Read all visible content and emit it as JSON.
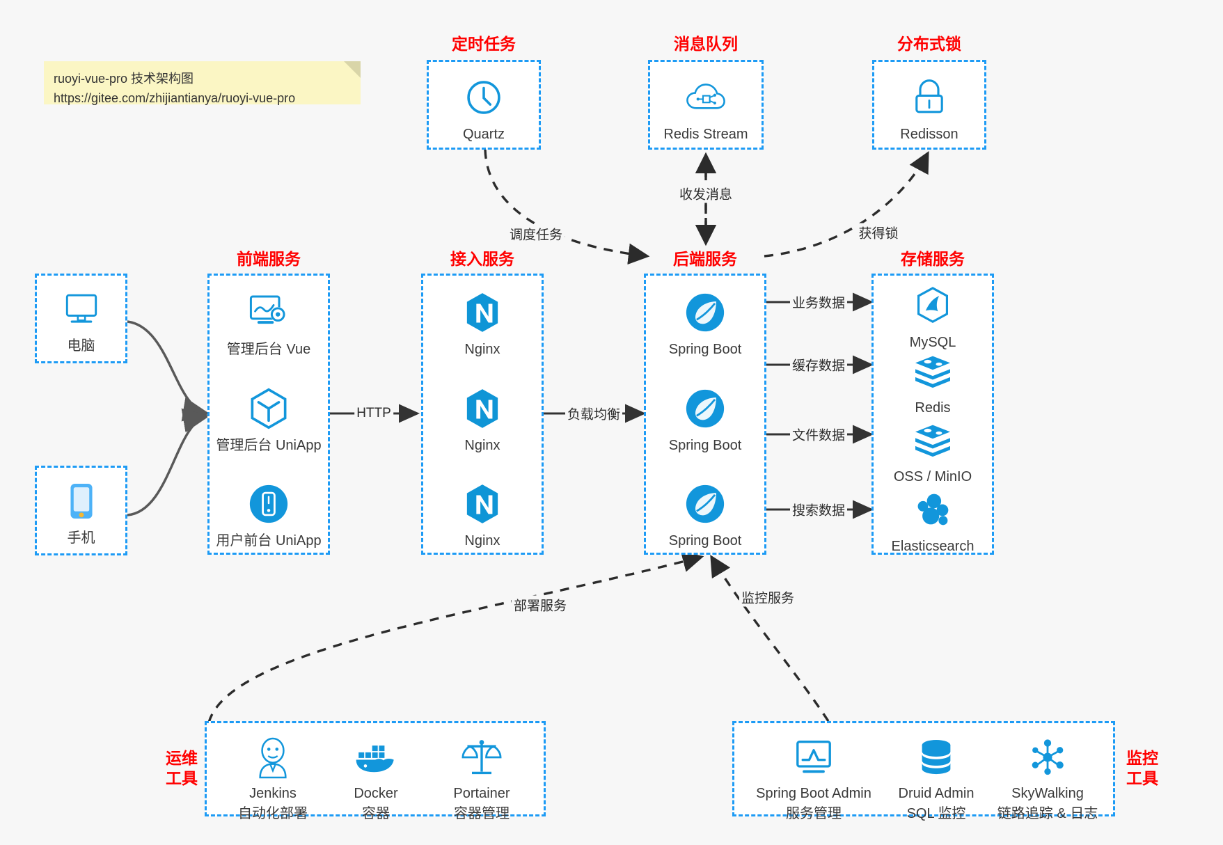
{
  "note": {
    "line1": "ruoyi-vue-pro 技术架构图",
    "line2": "https://gitee.com/zhijiantianya/ruoyi-vue-pro"
  },
  "colors": {
    "accent_blue": "#1d9bf5",
    "icon_blue": "#1296db",
    "title_red": "#ff0000",
    "background": "#f7f7f7",
    "note_bg": "#fbf6c4",
    "arrow_dark": "#333333"
  },
  "groups": {
    "scheduled_task": {
      "title": "定时任务",
      "items": [
        {
          "label": "Quartz",
          "icon": "clock-icon"
        }
      ]
    },
    "message_queue": {
      "title": "消息队列",
      "items": [
        {
          "label": "Redis Stream",
          "icon": "cloud-stream-icon"
        }
      ]
    },
    "distributed_lock": {
      "title": "分布式锁",
      "items": [
        {
          "label": "Redisson",
          "icon": "lock-icon"
        }
      ]
    },
    "clients": {
      "items": [
        {
          "label": "电脑",
          "icon": "desktop-icon"
        },
        {
          "label": "手机",
          "icon": "mobile-icon"
        }
      ]
    },
    "frontend": {
      "title": "前端服务",
      "items": [
        {
          "label": "管理后台 Vue",
          "icon": "dashboard-gear-icon"
        },
        {
          "label": "管理后台 UniApp",
          "icon": "hexagon-cube-icon"
        },
        {
          "label": "用户前台 UniApp",
          "icon": "mobile-circle-icon"
        }
      ]
    },
    "gateway": {
      "title": "接入服务",
      "items": [
        {
          "label": "Nginx",
          "icon": "nginx-icon"
        },
        {
          "label": "Nginx",
          "icon": "nginx-icon"
        },
        {
          "label": "Nginx",
          "icon": "nginx-icon"
        }
      ]
    },
    "backend": {
      "title": "后端服务",
      "items": [
        {
          "label": "Spring Boot",
          "icon": "spring-boot-icon"
        },
        {
          "label": "Spring Boot",
          "icon": "spring-boot-icon"
        },
        {
          "label": "Spring Boot",
          "icon": "spring-boot-icon"
        }
      ]
    },
    "storage": {
      "title": "存储服务",
      "items": [
        {
          "label": "MySQL",
          "icon": "mysql-icon"
        },
        {
          "label": "Redis",
          "icon": "redis-icon"
        },
        {
          "label": "OSS / MinIO",
          "icon": "redis-icon"
        },
        {
          "label": "Elasticsearch",
          "icon": "elasticsearch-icon"
        }
      ]
    },
    "devops": {
      "title": "运维\n工具",
      "items": [
        {
          "name": "Jenkins",
          "desc": "自动化部署",
          "icon": "jenkins-icon"
        },
        {
          "name": "Docker",
          "desc": "容器",
          "icon": "docker-icon"
        },
        {
          "name": "Portainer",
          "desc": "容器管理",
          "icon": "scales-icon"
        }
      ]
    },
    "monitoring": {
      "title": "监控\n工具",
      "items": [
        {
          "name": "Spring Boot Admin",
          "desc": "服务管理",
          "icon": "monitor-chart-icon"
        },
        {
          "name": "Druid Admin",
          "desc": "SQL 监控",
          "icon": "database-icon"
        },
        {
          "name": "SkyWalking",
          "desc": "链路追踪 & 日志",
          "icon": "skywalking-icon"
        }
      ]
    }
  },
  "edges": {
    "schedule_task": "调度任务",
    "send_receive_message": "收发消息",
    "acquire_lock": "获得锁",
    "http": "HTTP",
    "load_balance": "负载均衡",
    "business_data": "业务数据",
    "cache_data": "缓存数据",
    "file_data": "文件数据",
    "search_data": "搜索数据",
    "deploy_service": "部署服务",
    "monitor_service": "监控服务"
  }
}
